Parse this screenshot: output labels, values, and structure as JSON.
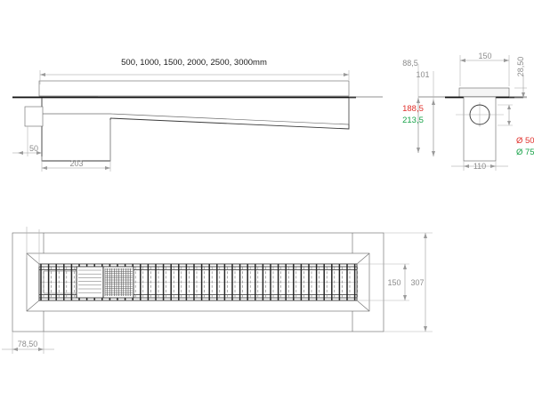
{
  "drawing": {
    "title": "Floor drain channel technical drawing",
    "units": "mm",
    "colors": {
      "dimension_gray": "#8c8c8c",
      "outline_black": "#111111",
      "red_variant": "#e0302b",
      "green_variant": "#18a349"
    }
  },
  "side_view": {
    "name": "side-elevation-view",
    "length_label": "500, 1000, 1500, 2000, 2500, 3000mm",
    "dim_50": "50",
    "dim_203": "203"
  },
  "section_view": {
    "name": "end-section-view",
    "dim_88_5": "88,5",
    "dim_101": "101",
    "dim_150": "150",
    "dim_28_50": "28,50",
    "dim_188_5": "188,5",
    "dim_213_5": "213,5",
    "dim_110": "110",
    "outlet_d50": "Ø 50",
    "outlet_d75": "Ø 75"
  },
  "plan_view": {
    "name": "plan-top-view",
    "dim_150": "150",
    "dim_307": "307",
    "dim_78_50": "78,50"
  }
}
